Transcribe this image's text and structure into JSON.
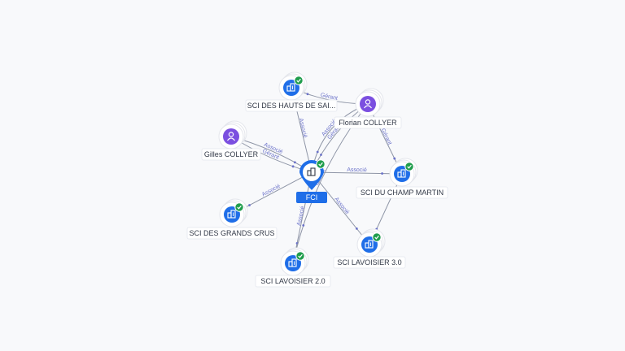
{
  "colors": {
    "company": "#1f6ee8",
    "person": "#7b4fe0",
    "check": "#1f9d4c",
    "edge": "#8e95a6",
    "edge_label": "#6b72c9",
    "focus_tag": "#1f6ee8"
  },
  "focus": {
    "id": "fci",
    "label": "FCI",
    "icon": "building-icon",
    "checked": true
  },
  "nodes": [
    {
      "id": "hauts",
      "label": "SCI DES HAUTS DE SAI...",
      "kind": "company",
      "icon": "building-icon",
      "checked": true
    },
    {
      "id": "florian",
      "label": "Florian COLLYER",
      "kind": "person",
      "icon": "person-icon",
      "checked": false
    },
    {
      "id": "gilles",
      "label": "Gilles COLLYER",
      "kind": "person",
      "icon": "person-icon",
      "checked": false
    },
    {
      "id": "champ",
      "label": "SCI DU CHAMP MARTIN",
      "kind": "company",
      "icon": "building-icon",
      "checked": true
    },
    {
      "id": "crus",
      "label": "SCI DES GRANDS CRUS",
      "kind": "company",
      "icon": "building-icon",
      "checked": true
    },
    {
      "id": "lav30",
      "label": "SCI LAVOISIER 3.0",
      "kind": "company",
      "icon": "building-icon",
      "checked": true
    },
    {
      "id": "lav20",
      "label": "SCI LAVOISIER 2.0",
      "kind": "company",
      "icon": "building-icon",
      "checked": true
    }
  ],
  "edges": [
    {
      "from": "fci",
      "to": "hauts",
      "label": "Associé"
    },
    {
      "from": "florian",
      "to": "hauts",
      "label": "Gérant"
    },
    {
      "from": "gilles",
      "to": "fci",
      "label": "Gérant"
    },
    {
      "from": "gilles",
      "to": "fci",
      "label": "Associé"
    },
    {
      "from": "florian",
      "to": "fci",
      "label": "Gérant"
    },
    {
      "from": "florian",
      "to": "fci",
      "label": "Associé"
    },
    {
      "from": "fci",
      "to": "champ",
      "label": "Associé"
    },
    {
      "from": "florian",
      "to": "champ",
      "label": "Gérant"
    },
    {
      "from": "fci",
      "to": "crus",
      "label": "Associé"
    },
    {
      "from": "fci",
      "to": "lav30",
      "label": "Associé"
    },
    {
      "from": "fci",
      "to": "lav20",
      "label": "Associé"
    },
    {
      "from": "florian",
      "to": "lav20",
      "label": "Gérant"
    },
    {
      "from": "champ",
      "to": "lav30",
      "label": ""
    }
  ]
}
